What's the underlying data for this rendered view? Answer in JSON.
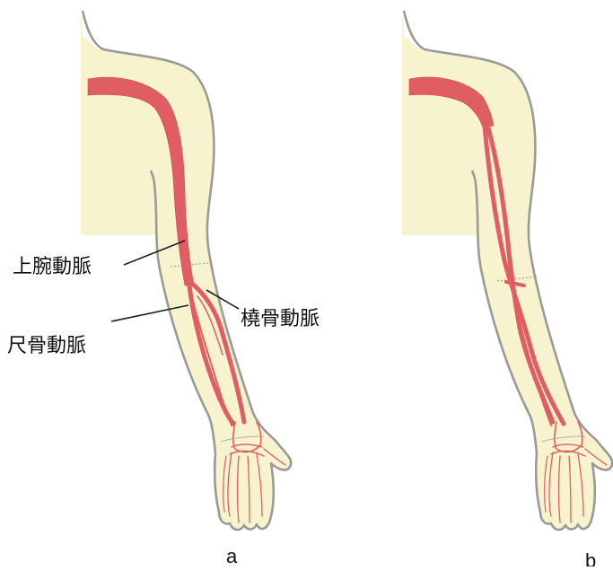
{
  "panels": [
    {
      "letter": "a",
      "labels": {
        "brachial": "上腕動脈",
        "ulnar": "尺骨動脈",
        "radial": "橈骨動脈"
      }
    },
    {
      "letter": "b"
    }
  ],
  "colors": {
    "skin": "#f7f3cf",
    "outline": "#9a9a96",
    "artery": "#e05d63"
  }
}
